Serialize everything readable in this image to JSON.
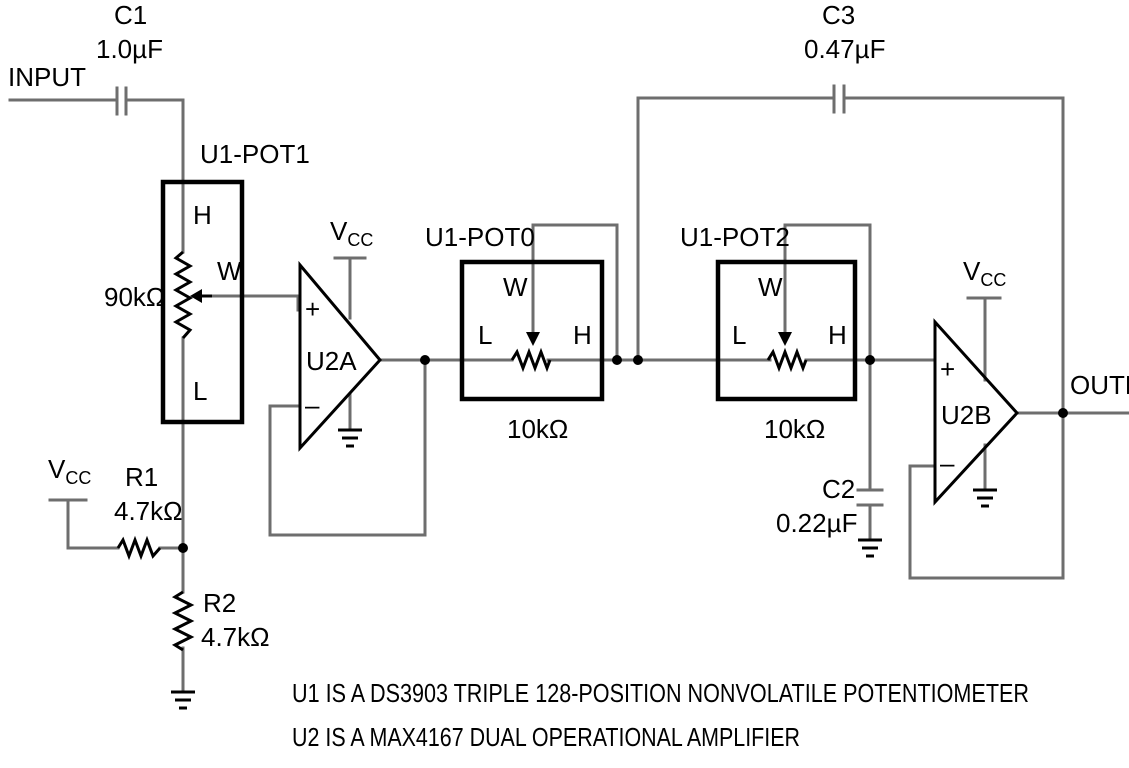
{
  "labels": {
    "input": "INPUT",
    "output": "OUTP",
    "c1_name": "C1",
    "c1_value": "1.0µF",
    "c3_name": "C3",
    "c3_value": "0.47µF",
    "c2_name": "C2",
    "c2_value": "0.22µF",
    "r1_name": "R1",
    "r1_value": "4.7kΩ",
    "r2_name": "R2",
    "r2_value": "4.7kΩ",
    "pot1_name": "U1-POT1",
    "pot1_value": "90kΩ",
    "pot0_name": "U1-POT0",
    "pot0_value": "10kΩ",
    "pot2_name": "U1-POT2",
    "pot2_value": "10kΩ",
    "h": "H",
    "l": "L",
    "w": "W",
    "u2a": "U2A",
    "u2b": "U2B",
    "plus": "+",
    "minus": "–",
    "vcc_main": "V",
    "vcc_sub": "CC"
  },
  "notes": {
    "line1": "U1 IS A DS3903 TRIPLE 128-POSITION NONVOLATILE POTENTIOMETER",
    "line2": "U2 IS A MAX4167 DUAL OPERATIONAL AMPLIFIER"
  }
}
